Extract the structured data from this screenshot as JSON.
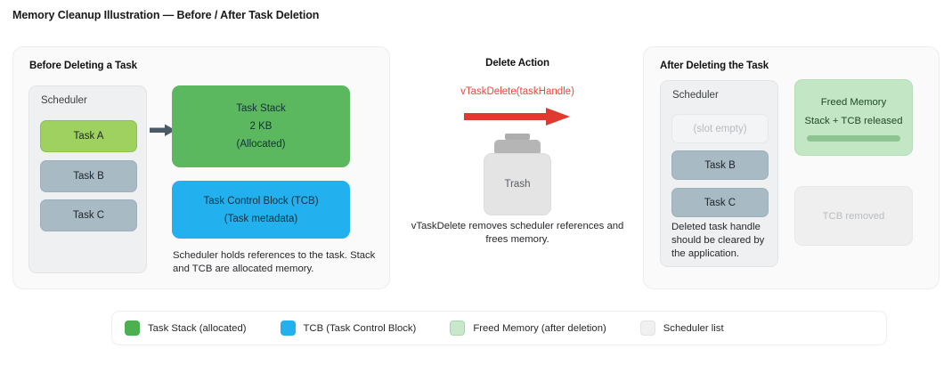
{
  "page": {
    "title": "Memory Cleanup Illustration — Before / After Task Deletion",
    "background": "#ffffff"
  },
  "colors": {
    "task_stack_green": "#5cb85f",
    "tcb_blue": "#23b0ef",
    "freed_memory_green": "#c3e6c5",
    "scheduler_grey": "#eef0f1",
    "task_active_green": "#9ed160",
    "task_idle_slate": "#a8bac4",
    "delete_red": "#e8483c",
    "arrow_grey": "#4a5a66"
  },
  "panels": {
    "before": {
      "title": "Before Deleting a Task",
      "scheduler": {
        "label": "Scheduler",
        "tasks": [
          {
            "label": "Task A",
            "state": "active"
          },
          {
            "label": "Task B",
            "state": "idle"
          },
          {
            "label": "Task C",
            "state": "idle"
          }
        ]
      },
      "arrow_icon": "right-arrow-icon",
      "blocks": [
        {
          "name": "task-stack-block",
          "lines": [
            "Task Stack",
            "2 KB",
            "(Allocated)"
          ],
          "color": "#5cb85f"
        },
        {
          "name": "tcb-block",
          "lines": [
            "Task Control Block (TCB)",
            "(Task metadata)"
          ],
          "color": "#23b0ef"
        }
      ],
      "caption": "Scheduler holds references to the task. Stack and TCB are allocated memory."
    },
    "delete": {
      "title": "Delete Action",
      "code_call": "vTaskDelete(taskHandle)",
      "arrow_icon": "red-right-arrow-icon",
      "trash_icon": "trash-icon",
      "trash_label": "Trash",
      "caption": "vTaskDelete removes scheduler references and frees memory."
    },
    "after": {
      "title": "After Deleting the Task",
      "scheduler": {
        "label": "Scheduler",
        "tasks": [
          {
            "label": "(slot empty)",
            "state": "empty"
          },
          {
            "label": "Task B",
            "state": "idle"
          },
          {
            "label": "Task C",
            "state": "idle"
          }
        ],
        "note": "Deleted task handle should be cleared by the application."
      },
      "blocks": [
        {
          "name": "freed-memory-block",
          "lines": [
            "Freed Memory",
            "Stack + TCB released"
          ],
          "color": "#c3e6c5",
          "has_bar": true
        },
        {
          "name": "tcb-removed-block",
          "lines": [
            "TCB removed"
          ],
          "color": "#efefef"
        }
      ]
    }
  },
  "legend": {
    "items": [
      {
        "label": "Task Stack (allocated)",
        "color": "#4caf50",
        "border": "#4caf50"
      },
      {
        "label": "TCB (Task Control Block)",
        "color": "#23b0ef",
        "border": "#23b0ef"
      },
      {
        "label": "Freed Memory (after deletion)",
        "color": "#c9e8cb",
        "border": "#a9d7ad"
      },
      {
        "label": "Scheduler list",
        "color": "#f0f0f0",
        "border": "#e3e3e3"
      }
    ]
  }
}
